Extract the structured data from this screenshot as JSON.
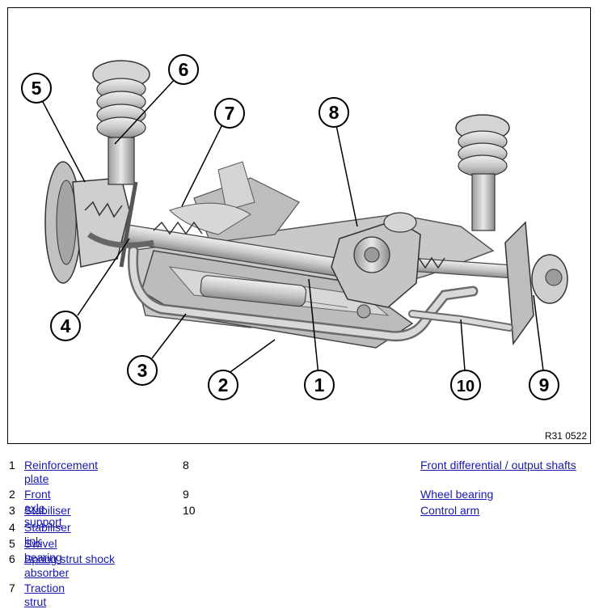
{
  "figure": {
    "code": "R31 0522",
    "callouts": [
      "1",
      "2",
      "3",
      "4",
      "5",
      "6",
      "7",
      "8",
      "9",
      "10"
    ]
  },
  "legend": {
    "left": [
      {
        "num": "1",
        "label": "Reinforcement plate"
      },
      {
        "num": "2",
        "label": "Front axle support"
      },
      {
        "num": "3",
        "label": "Stabiliser"
      },
      {
        "num": "4",
        "label": "Stabiliser link"
      },
      {
        "num": "5",
        "label": "Swivel bearing"
      },
      {
        "num": "6",
        "label": "Spring strut shock absorber"
      },
      {
        "num": "7",
        "label": "Traction strut"
      }
    ],
    "middle_nums": [
      "8",
      "9",
      "10"
    ],
    "right": [
      {
        "label": "Front differential / output shafts"
      },
      {
        "label": "Wheel bearing"
      },
      {
        "label": "Control arm"
      }
    ]
  },
  "colors": {
    "line": "#000000",
    "link": "#1a1aa8",
    "part_fill": "#cfcfcf"
  }
}
